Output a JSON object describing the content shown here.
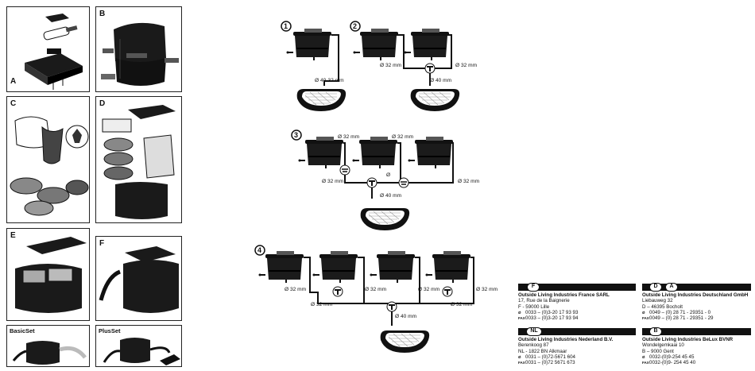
{
  "panels": [
    {
      "id": "A",
      "label": "A"
    },
    {
      "id": "B",
      "label": "B"
    },
    {
      "id": "C",
      "label": "C"
    },
    {
      "id": "D",
      "label": "D"
    },
    {
      "id": "E",
      "label": "E"
    },
    {
      "id": "F",
      "label": "F"
    },
    {
      "id": "basic",
      "label": "BasicSet"
    },
    {
      "id": "plus",
      "label": "PlusSet"
    }
  ],
  "steps": [
    "1",
    "2",
    "3",
    "4"
  ],
  "dims": {
    "d4032": "Ø 40-32 mm",
    "d32": "Ø 32 mm",
    "d40": "Ø 40 mm",
    "d": "Ø"
  },
  "addresses": [
    {
      "badges": [
        "F"
      ],
      "company": "Outside Living Industries France SARL",
      "lines": [
        "17, Rue de la Baignerie",
        "F - 59000 Lille"
      ],
      "phone": "0033 – (0)3-20 17 93 93",
      "fax": "0033 – (0)3-20 17 93 94"
    },
    {
      "badges": [
        "D",
        "A"
      ],
      "company": "Outside Living Industries Deutschland GmbH",
      "lines": [
        "Liebauweg 32",
        "D – 46395 Bocholt"
      ],
      "phone": "0049 – (0) 28 71 - 29351 - 0",
      "fax": "0049 – (0) 28 71 - 29351 - 29"
    },
    {
      "badges": [
        "NL"
      ],
      "company": "Outside Living Industries Nederland B.V.",
      "lines": [
        "Berenkoog 87",
        "NL - 1822 BN Alkmaar"
      ],
      "phone": "0031 – (0)72-5671 604",
      "fax": "0031 – (0)72 5671 673"
    },
    {
      "badges": [
        "B"
      ],
      "company": "Outside Living Industries BeLux BVNR",
      "lines": [
        "Wondelgemkaai 10",
        "B – 9000 Gent"
      ],
      "phone": "0032-(0)9-254 45 45",
      "fax": "0032-(0)9- 254 45 40"
    }
  ],
  "symbols": {
    "phone": "Ø",
    "fax": "FAX"
  }
}
